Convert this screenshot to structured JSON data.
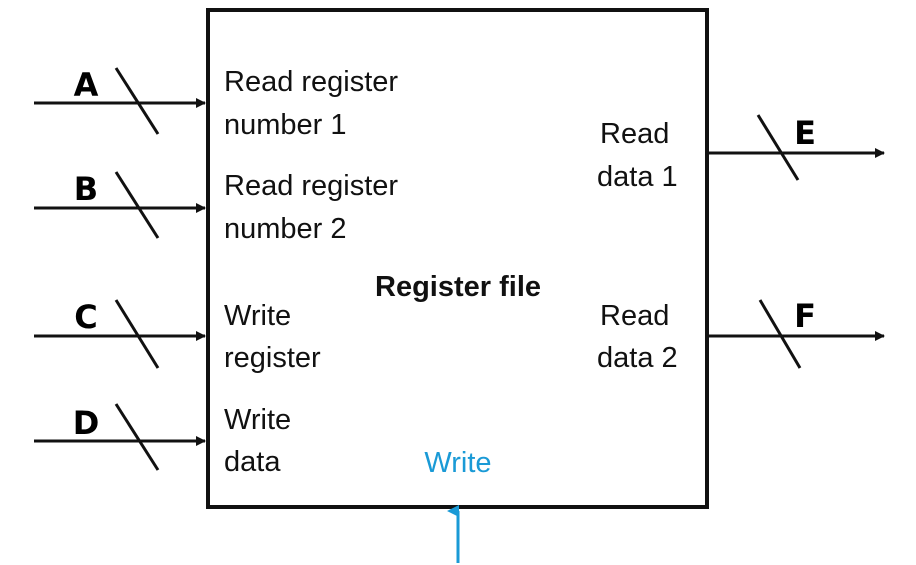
{
  "block": {
    "title": "Register file"
  },
  "inputs": [
    {
      "letter": "A",
      "label_lines": [
        "Read register",
        "number 1"
      ]
    },
    {
      "letter": "B",
      "label_lines": [
        "Read register",
        "number 2"
      ]
    },
    {
      "letter": "C",
      "label_lines": [
        "Write",
        "register"
      ]
    },
    {
      "letter": "D",
      "label_lines": [
        "Write",
        "data"
      ]
    }
  ],
  "outputs": [
    {
      "letter": "E",
      "label_lines": [
        "Read",
        "data 1"
      ]
    },
    {
      "letter": "F",
      "label_lines": [
        "Read",
        "data 2"
      ]
    }
  ],
  "control": {
    "label": "Write",
    "color": "#1a9ad6"
  },
  "colors": {
    "line": "#111111",
    "control": "#1a9ad6"
  }
}
